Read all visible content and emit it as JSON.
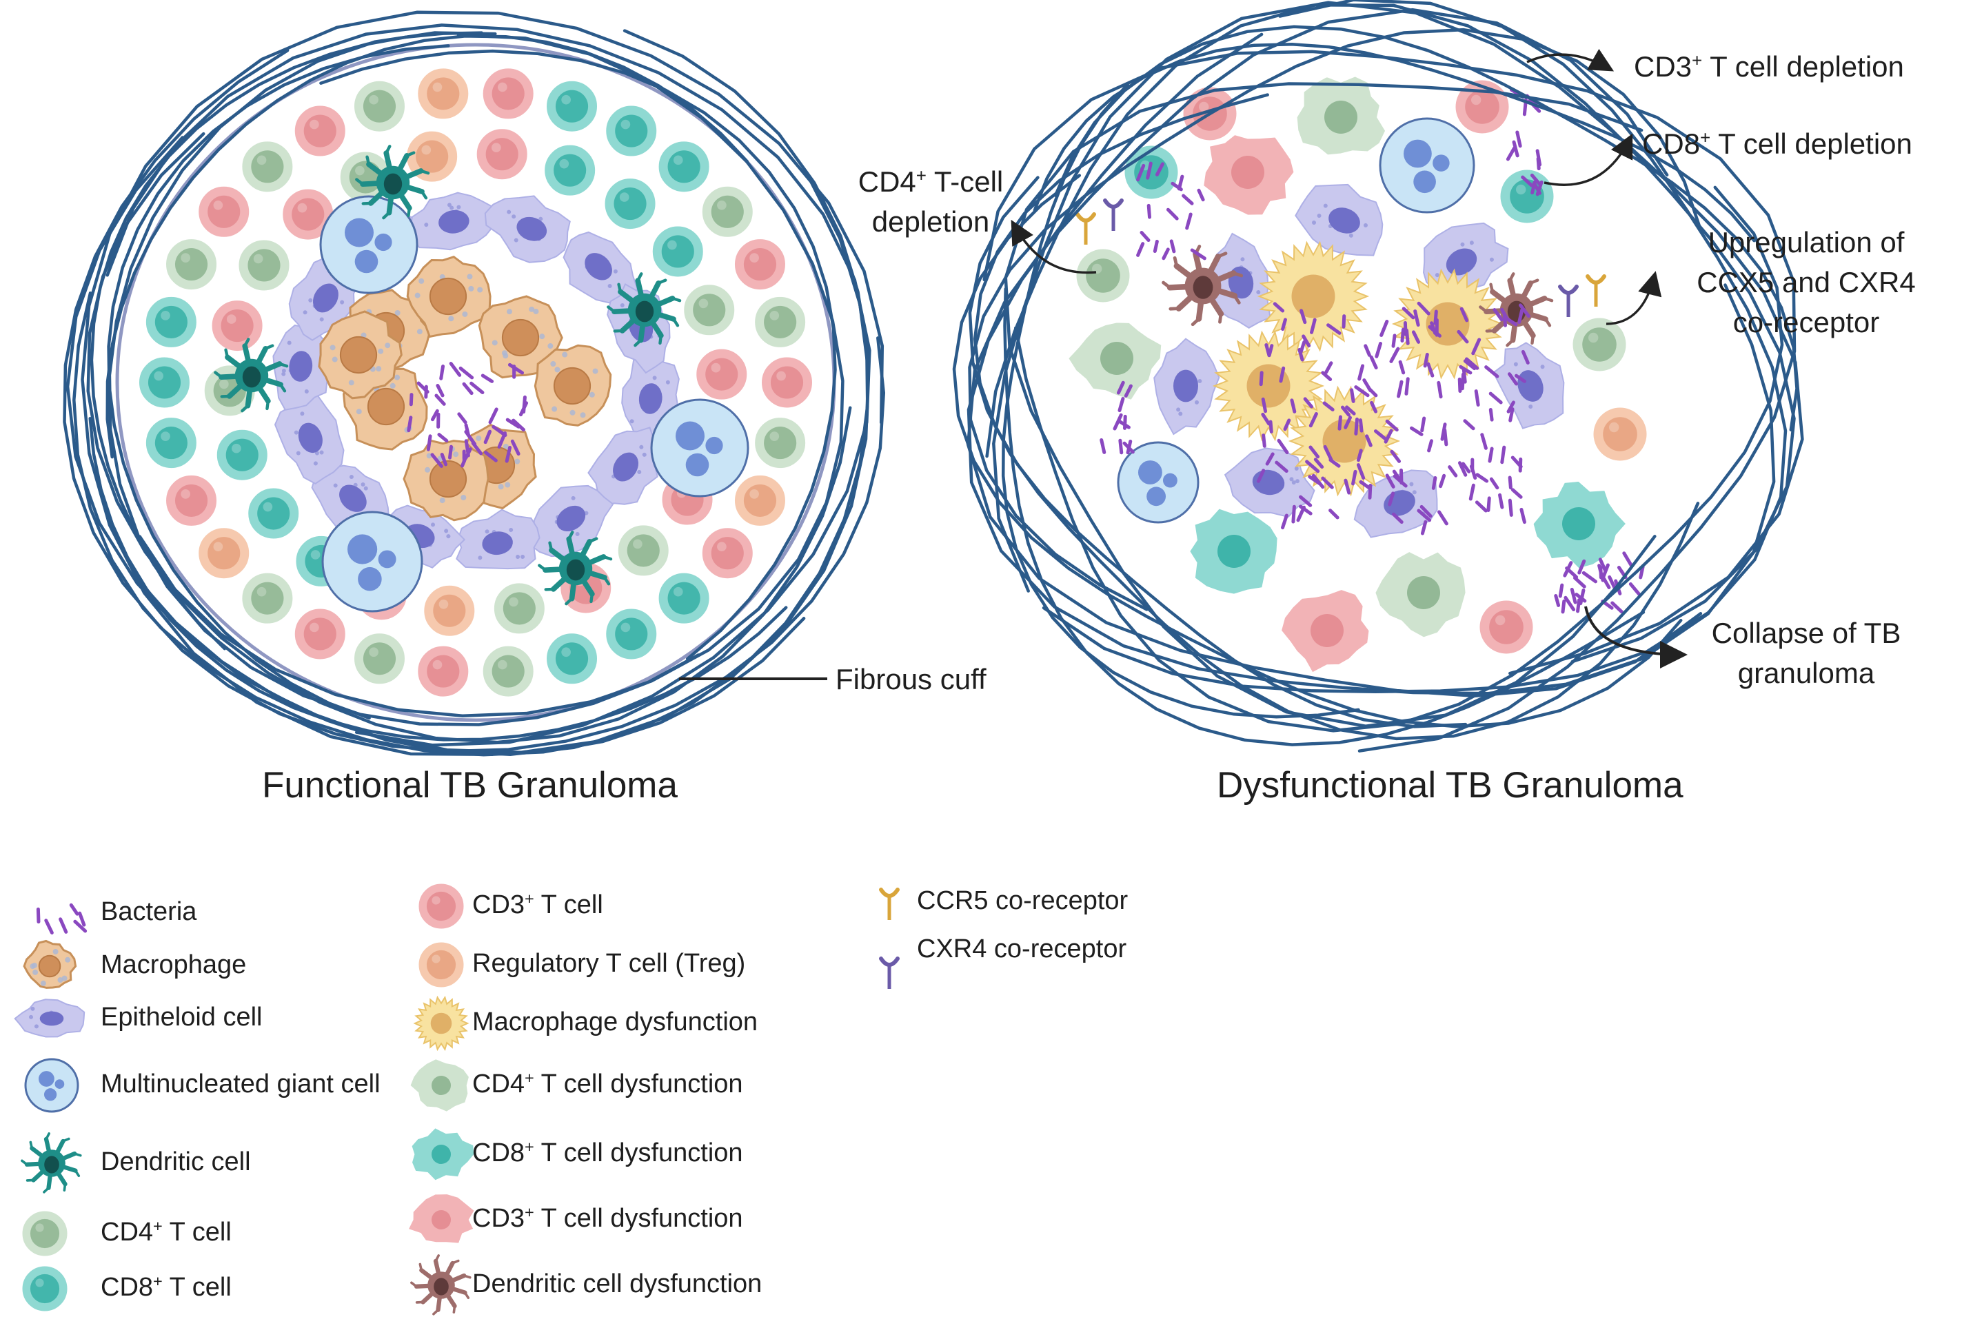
{
  "functional": {
    "title": "Functional TB Granuloma",
    "fibrous_cuff_label": "Fibrous cuff"
  },
  "dysfunctional": {
    "title": "Dysfunctional TB Granuloma",
    "cd3_depletion": {
      "pre": "CD3",
      "sup": "+",
      "post": " T cell depletion"
    },
    "cd8_depletion": {
      "pre": "CD8",
      "sup": "+",
      "post": " T cell depletion"
    },
    "cd4_depletion": {
      "line1_pre": "CD4",
      "sup": "+",
      "line1_post": " T-cell",
      "line2": "depletion"
    },
    "upregulation": {
      "line1": "Upregulation of",
      "line2": "CCX5 and CXR4",
      "line3": "co-receptor"
    },
    "collapse": {
      "line1": "Collapse of TB",
      "line2": "granuloma"
    }
  },
  "legend": {
    "col1": [
      {
        "pre": "Bacteria",
        "sup": "",
        "post": ""
      },
      {
        "pre": "Macrophage",
        "sup": "",
        "post": ""
      },
      {
        "pre": "Epitheloid cell",
        "sup": "",
        "post": ""
      },
      {
        "pre": "Multinucleated giant cell",
        "sup": "",
        "post": ""
      },
      {
        "pre": "Dendritic cell",
        "sup": "",
        "post": ""
      },
      {
        "pre": "CD4",
        "sup": "+",
        "post": " T cell"
      },
      {
        "pre": "CD8",
        "sup": "+",
        "post": " T cell"
      }
    ],
    "col2": [
      {
        "pre": "CD3",
        "sup": "+",
        "post": " T cell"
      },
      {
        "pre": "Regulatory T cell (Treg)",
        "sup": "",
        "post": ""
      },
      {
        "pre": "Macrophage dysfunction",
        "sup": "",
        "post": ""
      },
      {
        "pre": "CD4",
        "sup": "+",
        "post": " T cell dysfunction"
      },
      {
        "pre": "CD8",
        "sup": "+",
        "post": " T cell dysfunction"
      },
      {
        "pre": "CD3",
        "sup": "+",
        "post": " T cell dysfunction"
      },
      {
        "pre": "Dendritic cell dysfunction",
        "sup": "",
        "post": ""
      }
    ],
    "col3": [
      {
        "pre": "CCR5 co-receptor",
        "sup": "",
        "post": ""
      },
      {
        "pre": "CXR4 co-receptor",
        "sup": "",
        "post": ""
      }
    ]
  },
  "colors": {
    "fiber": "#2b5a8a",
    "cd3": "#f2b3b6",
    "cd3_nuc": "#e58e94",
    "cd4": "#cfe3cf",
    "cd4_nuc": "#93b896",
    "cd8": "#8fd9d2",
    "cd8_nuc": "#3fb4aa",
    "treg": "#f6c9ae",
    "treg_nuc": "#e8a583",
    "macro": "#efc79e",
    "macro_nuc": "#cf8f5a",
    "epith": "#c9c8ee",
    "epith_nuc": "#6f6fc8",
    "giant": "#c9e4f6",
    "giant_nuc": "#6f8fd6",
    "dendritic": "#1e8e88",
    "dendritic_nuc": "#12504e",
    "bacteria": "#8a48c0",
    "mdys": "#f8e2a0",
    "mdys_nuc": "#e0b067",
    "ddys": "#9e6d6b",
    "ddys_nuc": "#5e3a3a",
    "ccr5": "#d9a53a",
    "cxr4": "#6a5aa8"
  }
}
